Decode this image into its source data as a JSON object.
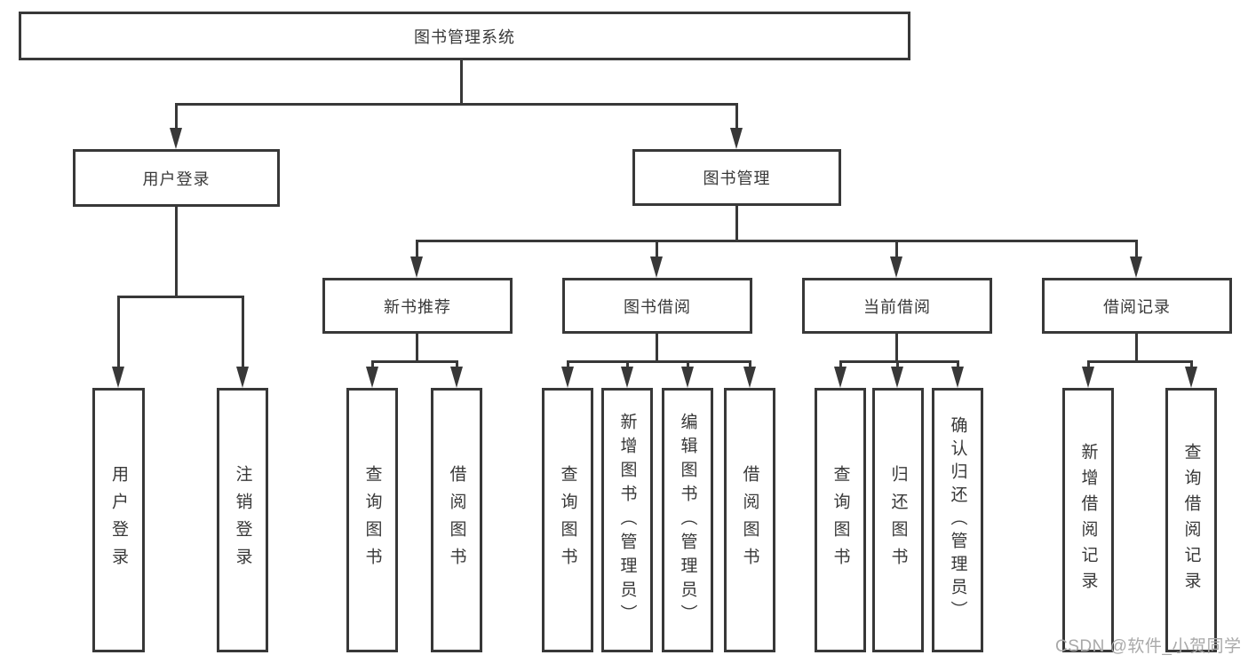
{
  "diagram": {
    "root": {
      "label": "图书管理系统"
    },
    "level2": [
      {
        "label": "用户登录"
      },
      {
        "label": "图书管理"
      }
    ],
    "level3": [
      {
        "label": "新书推荐"
      },
      {
        "label": "图书借阅"
      },
      {
        "label": "当前借阅"
      },
      {
        "label": "借阅记录"
      }
    ],
    "leaves": [
      {
        "label": "用户登录"
      },
      {
        "label": "注销登录"
      },
      {
        "label": "查询图书"
      },
      {
        "label": "借阅图书"
      },
      {
        "label": "查询图书"
      },
      {
        "label": "新增图书（管理员）"
      },
      {
        "label": "编辑图书（管理员）"
      },
      {
        "label": "借阅图书"
      },
      {
        "label": "查询图书"
      },
      {
        "label": "归还图书"
      },
      {
        "label": "确认归还（管理员）"
      },
      {
        "label": "新增借阅记录"
      },
      {
        "label": "查询借阅记录"
      }
    ]
  },
  "watermark": {
    "text": "CSDN @软件_小贺同学"
  },
  "colors": {
    "line": "#383838",
    "text": "#383838",
    "watermark": "#a9a9a9",
    "background": "#ffffff"
  }
}
